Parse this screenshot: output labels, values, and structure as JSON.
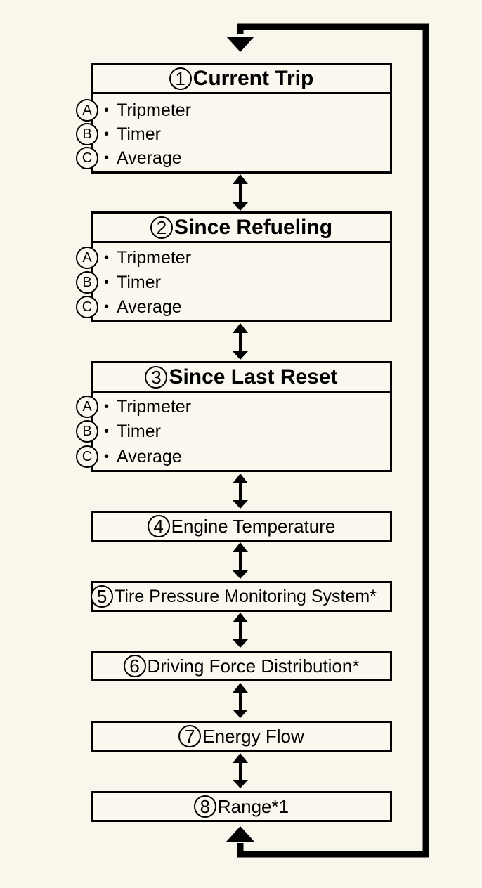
{
  "groups": [
    {
      "number": "1",
      "title": "Current Trip",
      "items": [
        {
          "letter": "A",
          "label": "Tripmeter"
        },
        {
          "letter": "B",
          "label": "Timer"
        },
        {
          "letter": "C",
          "label": "Average"
        }
      ]
    },
    {
      "number": "2",
      "title": "Since Refueling",
      "items": [
        {
          "letter": "A",
          "label": "Tripmeter"
        },
        {
          "letter": "B",
          "label": "Timer"
        },
        {
          "letter": "C",
          "label": "Average"
        }
      ]
    },
    {
      "number": "3",
      "title": "Since Last Reset",
      "items": [
        {
          "letter": "A",
          "label": "Tripmeter"
        },
        {
          "letter": "B",
          "label": "Timer"
        },
        {
          "letter": "C",
          "label": "Average"
        }
      ]
    }
  ],
  "singles": [
    {
      "number": "4",
      "label": "Engine Temperature"
    },
    {
      "number": "5",
      "label": "Tire Pressure Monitoring System*"
    },
    {
      "number": "6",
      "label": "Driving Force Distribution*"
    },
    {
      "number": "7",
      "label": "Energy Flow"
    },
    {
      "number": "8",
      "label": "Range*1"
    }
  ],
  "colors": {
    "background": "#f9f7ec",
    "line": "#000000"
  }
}
